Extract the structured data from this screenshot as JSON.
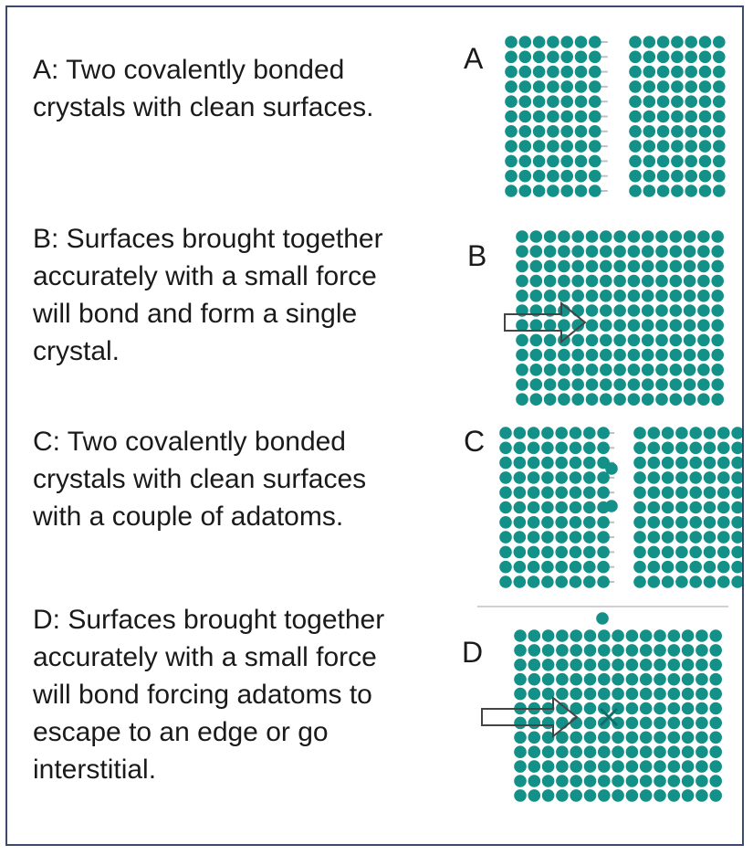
{
  "panels": [
    {
      "id": "A",
      "label": "A",
      "text": "A: Two covalently bonded\ncrystals with clean surfaces."
    },
    {
      "id": "B",
      "label": "B",
      "text": "B: Surfaces brought together\naccurately with a small force\nwill bond and form a single\ncrystal."
    },
    {
      "id": "C",
      "label": "C",
      "text": "C: Two covalently bonded\ncrystals with clean surfaces\nwith a couple of adatoms."
    },
    {
      "id": "D",
      "label": "D",
      "text": "D: Surfaces brought together\naccurately with a small force\nwill bond forcing adatoms to\nescape to an edge or go\ninterstitial."
    }
  ],
  "colors": {
    "atom": "#139088",
    "bond": "#b8c4c4",
    "frame": "#3b4a6b",
    "arrow": "#444444",
    "divider": "#d0d0d0"
  }
}
